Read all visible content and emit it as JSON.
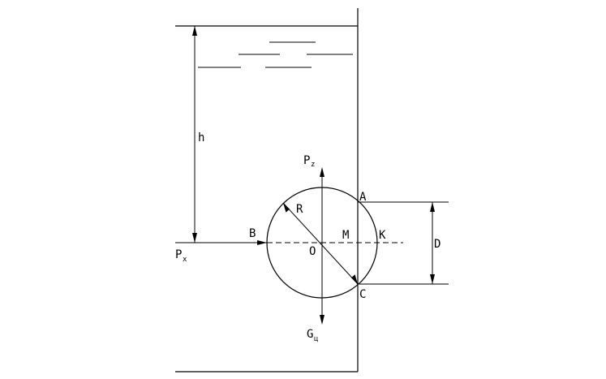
{
  "labels": {
    "h": "h",
    "R": "R",
    "B": "B",
    "O": "O",
    "M": "M",
    "K": "K",
    "A": "A",
    "C": "C",
    "D": "D",
    "Pz_main": "P",
    "Pz_sub": "z",
    "Px_main": "P",
    "Px_sub": "x",
    "G_main": "G",
    "G_sub": "ц"
  }
}
